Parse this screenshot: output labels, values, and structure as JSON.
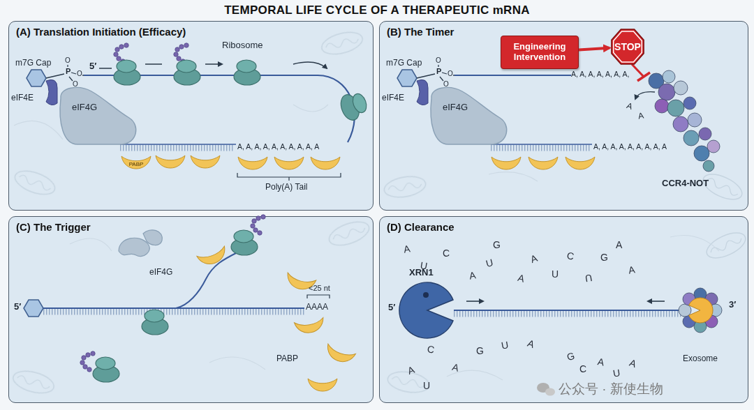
{
  "diagram": {
    "title": "TEMPORAL LIFE CYCLE OF A THERAPEUTIC mRNA",
    "nodes": [
      {
        "text": [
          "(A) Translation Initiation (Efficacy)"
        ]
      },
      {
        "text": [
          "eIF4G"
        ],
        "in": 0
      },
      {
        "text": [
          "PABP"
        ],
        "in": 0
      },
      {
        "text": [
          "(B) The Timer"
        ]
      },
      {
        "text": [
          "eIF4G"
        ],
        "in": 3
      },
      {
        "text": [
          "Engineering Intervention"
        ],
        "in": 3
      },
      {
        "text": [
          "STOP"
        ],
        "in": 3
      },
      {
        "text": [
          "(C) The Trigger"
        ]
      },
      {
        "text": [
          "(D) Clearance"
        ]
      }
    ],
    "edges": [
      {
        "from": 5,
        "to": 6,
        "arrow": "to"
      }
    ],
    "labels": [
      "m7G Cap",
      "eIF4E",
      "O",
      "P",
      "O",
      "O",
      "5′",
      "Ribosome",
      "A, A, A, A, A, A, A, A, A, A",
      "Poly(A) Tail",
      "m7G Cap",
      "eIF4E",
      "O",
      "P",
      "O",
      "O",
      "A, A, A, A, A, A, A,",
      "A",
      "A",
      "A, A, A, A, A, A, A, A, A",
      "CCR4-NOT",
      "eIF4G",
      "5′",
      "<25 nt",
      "AAAA",
      "PABP",
      "XRN1",
      "5′",
      "3′",
      "Exosome",
      "A",
      "U",
      "C",
      "A",
      "U",
      "G",
      "A",
      "A",
      "U",
      "C",
      "U",
      "G",
      "A",
      "A",
      "A",
      "U",
      "C",
      "A",
      "G",
      "U",
      "A",
      "G",
      "C",
      "A",
      "U",
      "A",
      "公众号 · 新使生物"
    ]
  }
}
